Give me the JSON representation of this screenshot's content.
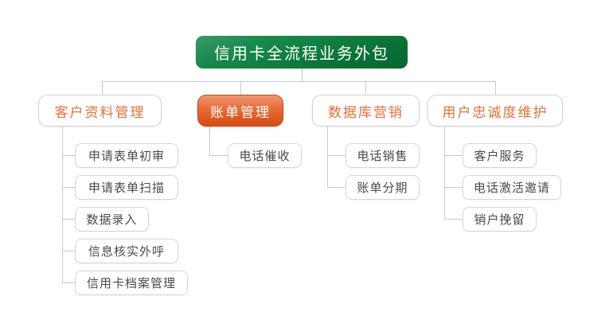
{
  "diagram": {
    "title": "信用卡全流程业务外包",
    "type": "org-chart",
    "colors": {
      "root_fill": "#0a7238",
      "root_text": "#ffffff",
      "branch_text": "#e2703a",
      "branch_highlight_fill": "#de5a23",
      "branch_highlight_text": "#ffffff",
      "leaf_text": "#4a4a4a",
      "connector": "#c9c9c9",
      "background": "#ffffff"
    },
    "root": {
      "label": "信用卡全流程业务外包"
    },
    "branches": [
      {
        "label": "客户资料管理",
        "highlighted": false,
        "children": [
          {
            "label": "申请表单初审"
          },
          {
            "label": "申请表单扫描"
          },
          {
            "label": "数据录入"
          },
          {
            "label": "信息核实外呼"
          },
          {
            "label": "信用卡档案管理"
          }
        ]
      },
      {
        "label": "账单管理",
        "highlighted": true,
        "children": [
          {
            "label": "电话催收"
          }
        ]
      },
      {
        "label": "数据库营销",
        "highlighted": false,
        "children": [
          {
            "label": "电话销售"
          },
          {
            "label": "账单分期"
          }
        ]
      },
      {
        "label": "用户忠诚度维护",
        "highlighted": false,
        "children": [
          {
            "label": "客户服务"
          },
          {
            "label": "电话激活邀请"
          },
          {
            "label": "销户挽留"
          }
        ]
      }
    ]
  }
}
